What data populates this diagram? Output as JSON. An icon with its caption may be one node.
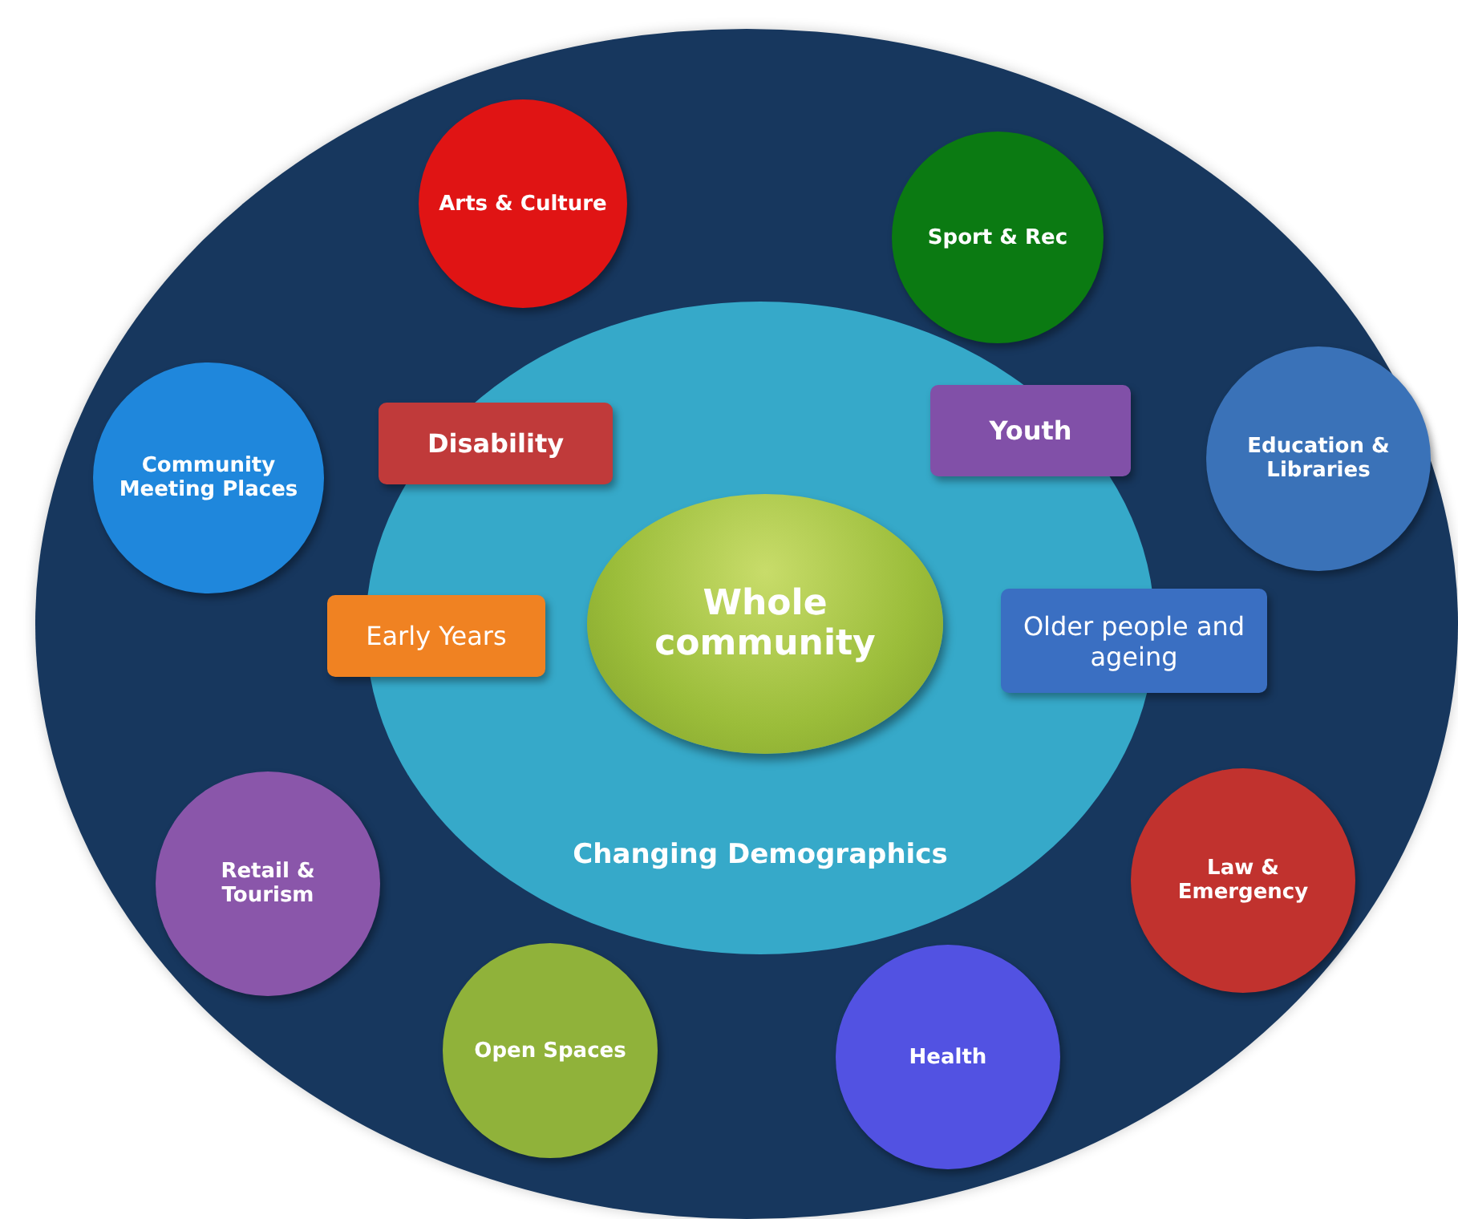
{
  "diagram": {
    "nodes": [
      {
        "text": [],
        "shape": "circle"
      },
      {
        "text": [
          "Arts & Culture"
        ],
        "in": 0
      },
      {
        "text": [
          "Sport & Rec"
        ],
        "in": 0
      },
      {
        "text": [
          "Community Meeting Places"
        ],
        "in": 0
      },
      {
        "text": [
          "Education & Libraries"
        ],
        "in": 0
      },
      {
        "text": [
          "Changing Demographics"
        ],
        "in": 0
      },
      {
        "text": [
          "Disability"
        ],
        "in": 5
      },
      {
        "text": [
          "Youth"
        ],
        "in": 5
      },
      {
        "text": [
          "Early Years"
        ],
        "in": 0
      },
      {
        "text": [
          "Whole community"
        ],
        "in": 5
      },
      {
        "text": [
          "Older people and ageing"
        ],
        "in": 0
      },
      {
        "text": [
          "Retail & Tourism"
        ],
        "in": 0
      },
      {
        "text": [
          "Law & Emergency"
        ],
        "in": 0
      },
      {
        "text": [
          "Open Spaces"
        ],
        "in": 0
      },
      {
        "text": [
          "Health"
        ],
        "in": 0
      }
    ]
  }
}
